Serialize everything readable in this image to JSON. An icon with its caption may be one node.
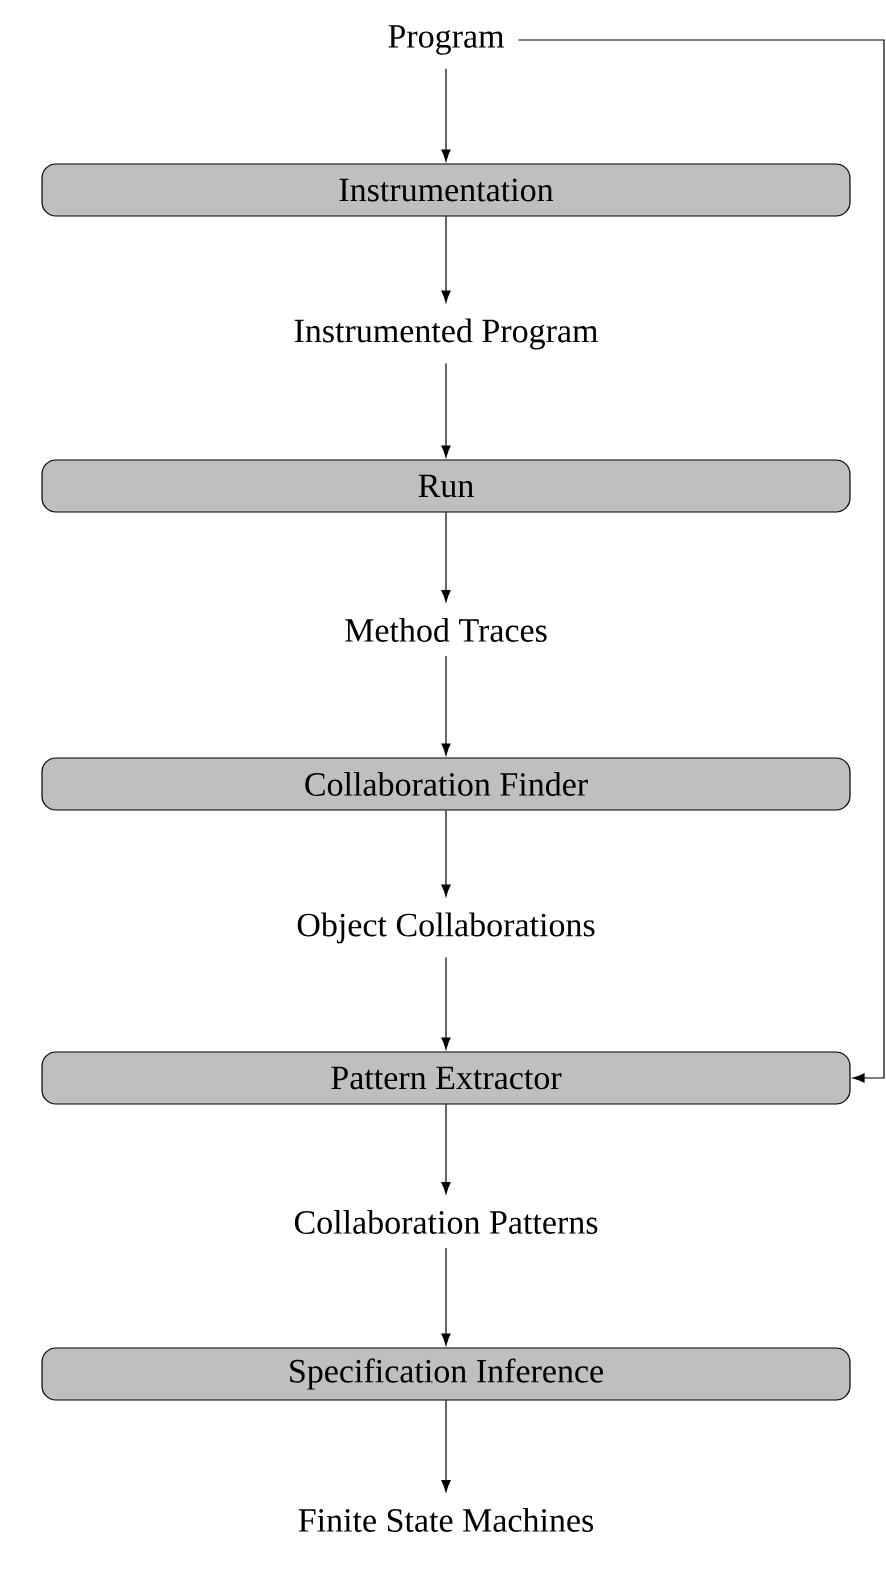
{
  "diagram": {
    "nodes": [
      {
        "text": [
          "Program"
        ]
      },
      {
        "text": [
          "Instrumentation"
        ]
      },
      {
        "text": [
          "Instrumented Program"
        ]
      },
      {
        "text": [
          "Run"
        ]
      },
      {
        "text": [
          "Method Traces"
        ]
      },
      {
        "text": [
          "Collaboration Finder"
        ]
      },
      {
        "text": [
          "Object Collaborations"
        ]
      },
      {
        "text": [
          "Pattern Extractor"
        ]
      },
      {
        "text": [
          "Collaboration Patterns"
        ]
      },
      {
        "text": [
          "Specification Inference"
        ]
      },
      {
        "text": [
          "Finite State Machines"
        ]
      }
    ],
    "edges": [
      {
        "from": 0,
        "to": 1,
        "arrow": "to"
      },
      {
        "from": 1,
        "to": 2,
        "arrow": "to"
      },
      {
        "from": 2,
        "to": 3,
        "arrow": "to"
      },
      {
        "from": 3,
        "to": 4,
        "arrow": "to"
      },
      {
        "from": 4,
        "to": 5,
        "arrow": "to"
      },
      {
        "from": 5,
        "to": 6,
        "arrow": "to"
      },
      {
        "from": 6,
        "to": 7,
        "arrow": "to"
      },
      {
        "from": 7,
        "to": 8,
        "arrow": "to"
      },
      {
        "from": 8,
        "to": 9,
        "arrow": "to"
      },
      {
        "from": 9,
        "to": 10,
        "arrow": "to"
      },
      {
        "from": 0,
        "to": 7,
        "arrow": "to"
      }
    ]
  }
}
